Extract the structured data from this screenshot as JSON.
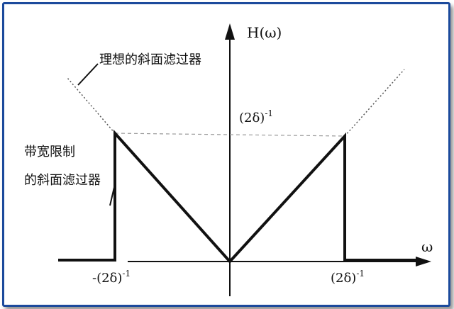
{
  "labels": {
    "y_axis": "H(ω)",
    "x_axis": "ω",
    "ideal_filter": "理想的斜面滤过器",
    "bandlimited_line1": "带宽限制",
    "bandlimited_line2": "的斜面滤过器",
    "peak_value_base": "(2δ)",
    "exponent": "-1",
    "neg_cutoff_base": "-(2δ)",
    "pos_cutoff_base": "(2δ)"
  },
  "colors": {
    "border": "#1c4a9c",
    "lines": "#111111",
    "dashed": "#9a9a9a"
  }
}
